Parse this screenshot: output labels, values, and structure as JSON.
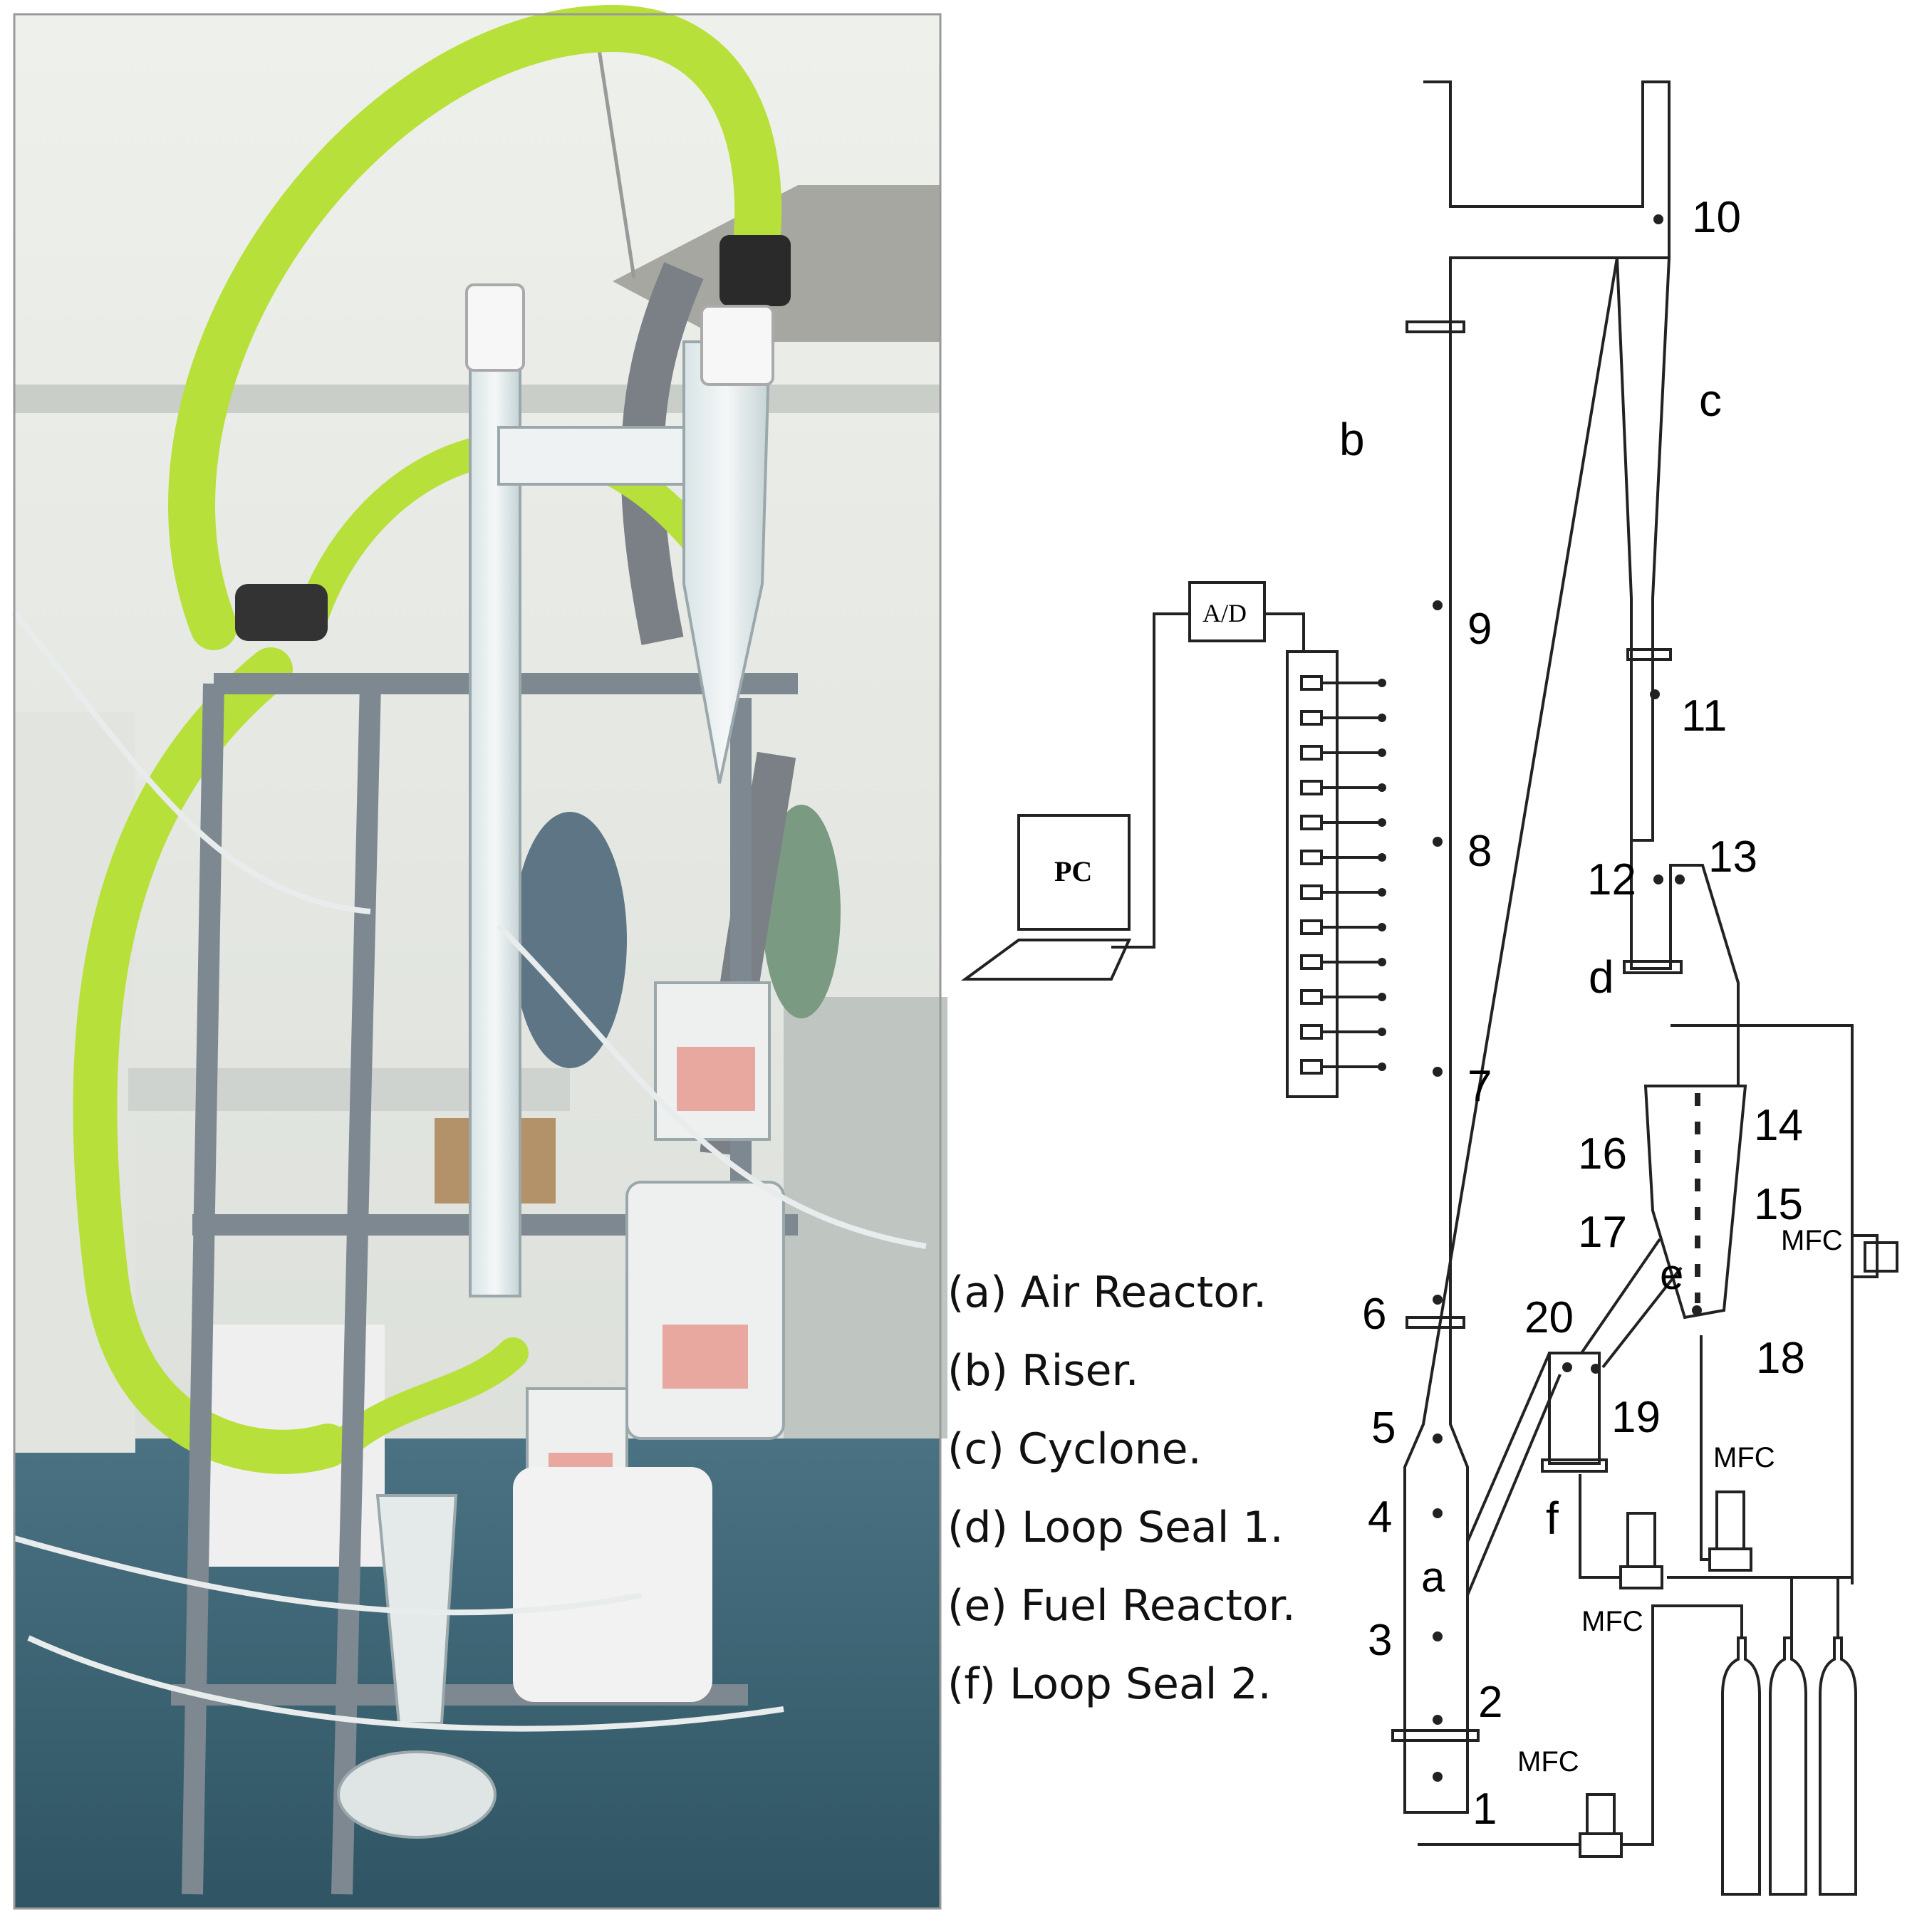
{
  "legend": [
    "(a) Air Reactor.",
    "(b) Riser.",
    "(c) Cyclone.",
    "(d) Loop Seal 1.",
    "(e) Fuel Reactor.",
    "(f) Loop Seal 2."
  ],
  "section_letters": {
    "a": "a",
    "b": "b",
    "c": "c",
    "d": "d",
    "e": "e",
    "f": "f"
  },
  "port_numbers": [
    "1",
    "2",
    "3",
    "4",
    "5",
    "6",
    "7",
    "8",
    "9",
    "10",
    "11",
    "12",
    "13",
    "14",
    "15",
    "16",
    "17",
    "18",
    "19",
    "20"
  ],
  "boxes": {
    "pc": "PC",
    "ad": "A/D",
    "mfc": "MFC"
  },
  "colors": {
    "hose": "#b8e03a",
    "frame": "#7d8890",
    "floor": "#3a6272",
    "wall": "#e6e8e3",
    "line": "#222222"
  }
}
